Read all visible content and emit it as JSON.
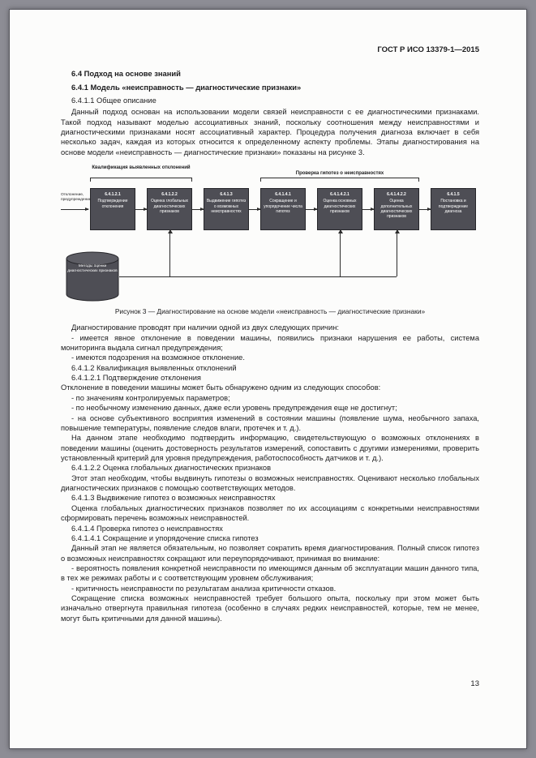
{
  "header": {
    "doc_code": "ГОСТ Р ИСО 13379-1—2015"
  },
  "headings": {
    "h64": "6.4 Подход на основе знаний",
    "h641": "6.4.1 Модель «неисправность — диагностические признаки»",
    "h6411": "6.4.1.1 Общее описание"
  },
  "intro": "Данный подход основан на использовании модели связей неисправности с ее диагностическими признаками. Такой подход называют моделью ассоциативных знаний, поскольку соотношения между неисправностями и диагностическими признаками носят ассоциативный характер. Процедура получения диагноза включает в себя несколько задач, каждая из которых относится к определенному аспекту проблемы. Этапы диагностирования на основе модели «неисправность — диагностические признаки» показаны на рисунке 3.",
  "figure": {
    "bracket_left": "Квалификация выявленных отклонений",
    "bracket_right": "Проверка гипотез о неисправностях",
    "input_label": "Отклонение, предупреждение",
    "boxes": [
      {
        "id": "6.4.1.2.1",
        "label": "Подтверждение отклонения"
      },
      {
        "id": "6.4.1.2.2",
        "label": "Оценка глобальных диагностических признаков"
      },
      {
        "id": "6.4.1.3",
        "label": "Выдвижение гипотез о возможных неисправностях"
      },
      {
        "id": "6.4.1.4.1",
        "label": "Сокращение и упорядочение числа гипотез"
      },
      {
        "id": "6.4.1.4.2.1",
        "label": "Оценка основных диагностических признаков"
      },
      {
        "id": "6.4.1.4.2.2",
        "label": "Оценка дополнительных диагностических признаков"
      },
      {
        "id": "6.4.1.5",
        "label": "Постановка и подтверждение диагноза"
      }
    ],
    "cylinder": "Методы оценки диагностических признаков",
    "caption": "Рисунок 3 — Диагностирование на основе модели «неисправность — диагностические признаки»"
  },
  "body": [
    {
      "text": "Диагностирование проводят при наличии одной из двух следующих причин:"
    },
    {
      "text": "- имеется явное отклонение в поведении машины, появились признаки нарушения ее работы, система мониторинга выдала сигнал предупреждения;"
    },
    {
      "text": "- имеются подозрения на возможное отклонение."
    },
    {
      "text": "6.4.1.2 Квалификация выявленных отклонений"
    },
    {
      "text": "6.4.1.2.1 Подтверждение отклонения"
    },
    {
      "text": "Отклонение в поведении машины может быть обнаружено одним из следующих способов:"
    },
    {
      "text": "- по значениям контролируемых параметров;"
    },
    {
      "text": "- по необычному изменению данных, даже если уровень предупреждения еще не достигнут;"
    },
    {
      "text": "- на основе субъективного восприятия изменений в состоянии машины (появление шума, необычного запаха, повышение температуры, появление следов влаги, протечек и т. д.)."
    },
    {
      "text": "На данном этапе необходимо подтвердить информацию, свидетельствующую о возможных отклонениях в поведении машины (оценить достоверность результатов измерений, сопоставить с другими измерениями, проверить установленный критерий для уровня предупреждения, работоспособность датчиков и т. д.)."
    },
    {
      "text": "6.4.1.2.2 Оценка глобальных диагностических признаков"
    },
    {
      "text": "Этот этап необходим, чтобы выдвинуть гипотезы о возможных неисправностях. Оценивают несколько глобальных диагностических признаков с помощью соответствующих методов."
    },
    {
      "text": "6.4.1.3 Выдвижение гипотез о возможных неисправностях"
    },
    {
      "text": "Оценка глобальных диагностических признаков позволяет по их ассоциациям с конкретными неисправностями сформировать перечень возможных неисправностей."
    },
    {
      "text": "6.4.1.4 Проверка гипотез о неисправностях"
    },
    {
      "text": "6.4.1.4.1 Сокращение и упорядочение списка гипотез"
    },
    {
      "text": "Данный этап не является обязательным, но позволяет сократить время диагностирования. Полный список гипотез о возможных неисправностях сокращают или переупорядочивают, принимая во внимание:"
    },
    {
      "text": "- вероятность появления конкретной неисправности по имеющимся данным об эксплуатации машин данного типа, в тех же режимах работы и с соответствующим уровнем обслуживания;"
    },
    {
      "text": "- критичность неисправности по результатам анализа критичности отказов."
    },
    {
      "text": "Сокращение списка возможных неисправностей требует большого опыта, поскольку при этом может быть изначально отвергнута правильная гипотеза (особенно в случаях редких неисправностей, которые, тем не менее, могут быть критичными для данной машины)."
    }
  ],
  "footer": {
    "page_number": "13"
  }
}
